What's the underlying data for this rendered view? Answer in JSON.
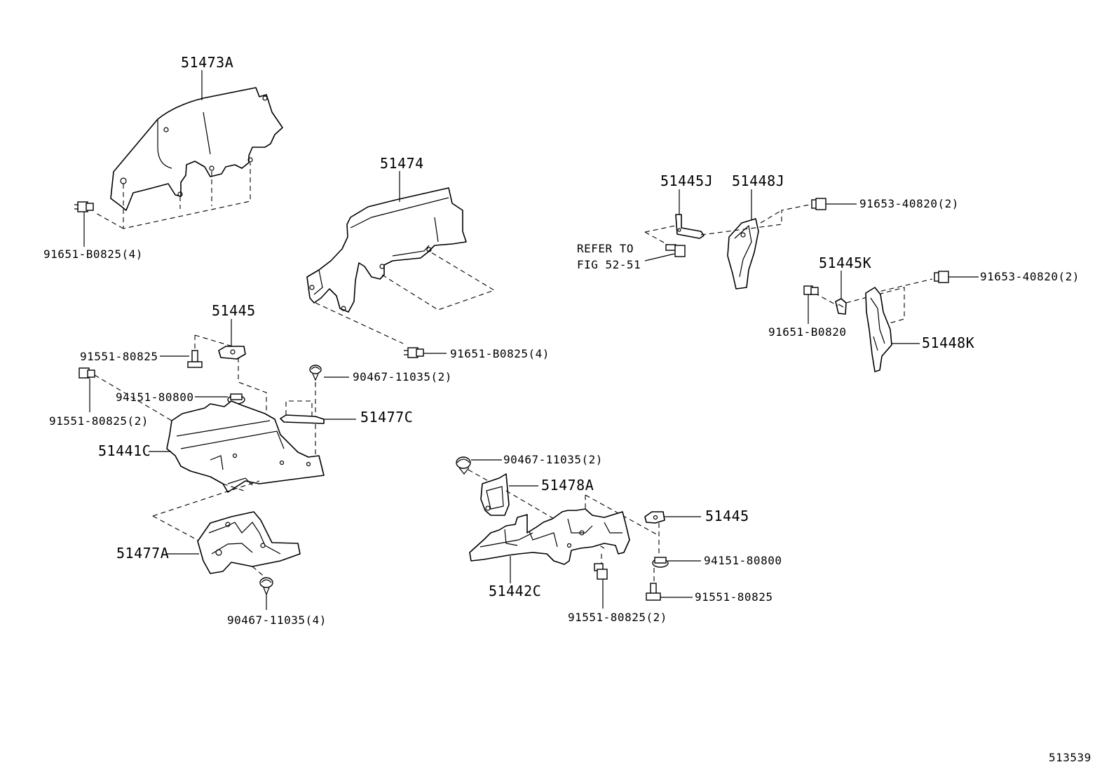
{
  "diagram": {
    "figure_number": "513539",
    "labels": {
      "p51473a": "51473A",
      "b91651_b0825_4a": "91651-B0825(4)",
      "p51474": "51474",
      "b91651_b0825_4b": "91651-B0825(4)",
      "p51445_left": "51445",
      "b91551_80825_top": "91551-80825",
      "b91551_80825_2_left": "91551-80825(2)",
      "n94151_80800_left": "94151-80800",
      "c90467_11035_2_top": "90467-11035(2)",
      "p51477c": "51477C",
      "p51441c": "51441C",
      "p51477a": "51477A",
      "c90467_11035_4": "90467-11035(4)",
      "p51445j": "51445J",
      "p51448j": "51448J",
      "b91653_40820_2_a": "91653-40820(2)",
      "refer_line1": "REFER TO",
      "refer_line2": "FIG 52-51",
      "p51445k": "51445K",
      "b91653_40820_2_b": "91653-40820(2)",
      "b91651_b0820": "91651-B0820",
      "p51448k": "51448K",
      "c90467_11035_2_mid": "90467-11035(2)",
      "p51478a": "51478A",
      "p51445_right": "51445",
      "n94151_80800_right": "94151-80800",
      "p51442c": "51442C",
      "b91551_80825_right": "91551-80825",
      "b91551_80825_2_mid": "91551-80825(2)"
    }
  }
}
